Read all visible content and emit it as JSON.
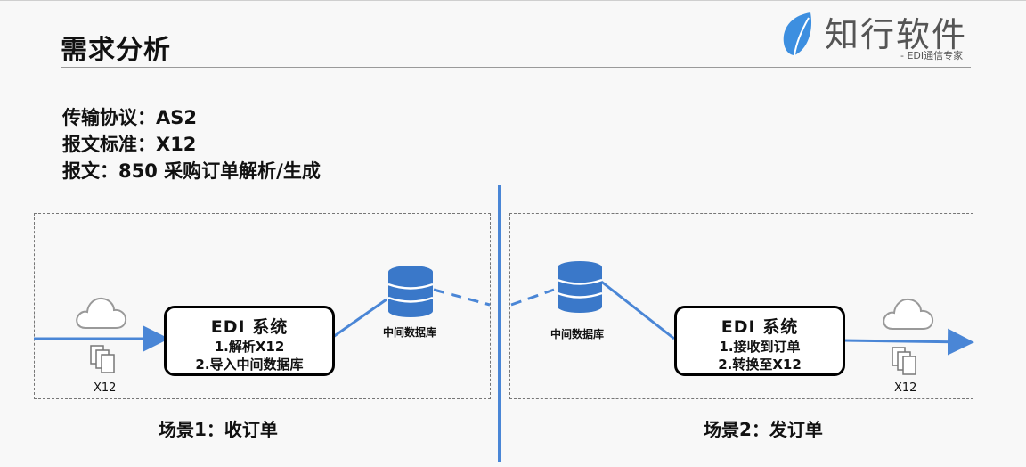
{
  "slide": {
    "title": "需求分析",
    "logo": {
      "name": "知行软件",
      "tagline": "- EDI通信专家"
    },
    "info": [
      "传输协议：AS2",
      "报文标准：X12",
      "报文：850 采购订单解析/生成"
    ]
  },
  "left": {
    "file_label": "X12",
    "system": {
      "title": "EDI 系统",
      "steps": [
        "1.解析X12",
        "2.导入中间数据库"
      ]
    },
    "db_label": "中间数据库",
    "scene": "场景1：收订单"
  },
  "right": {
    "db_label": "中间数据库",
    "system": {
      "title": "EDI 系统",
      "steps": [
        "1.接收到订单",
        "2.转换至X12"
      ]
    },
    "file_label": "X12",
    "scene": "场景2：发订单"
  },
  "colors": {
    "accent": "#4a86d6",
    "logo": "#3d8fe0"
  },
  "icons": [
    "leaf-logo-icon",
    "cloud-icon",
    "documents-icon",
    "database-icon"
  ]
}
